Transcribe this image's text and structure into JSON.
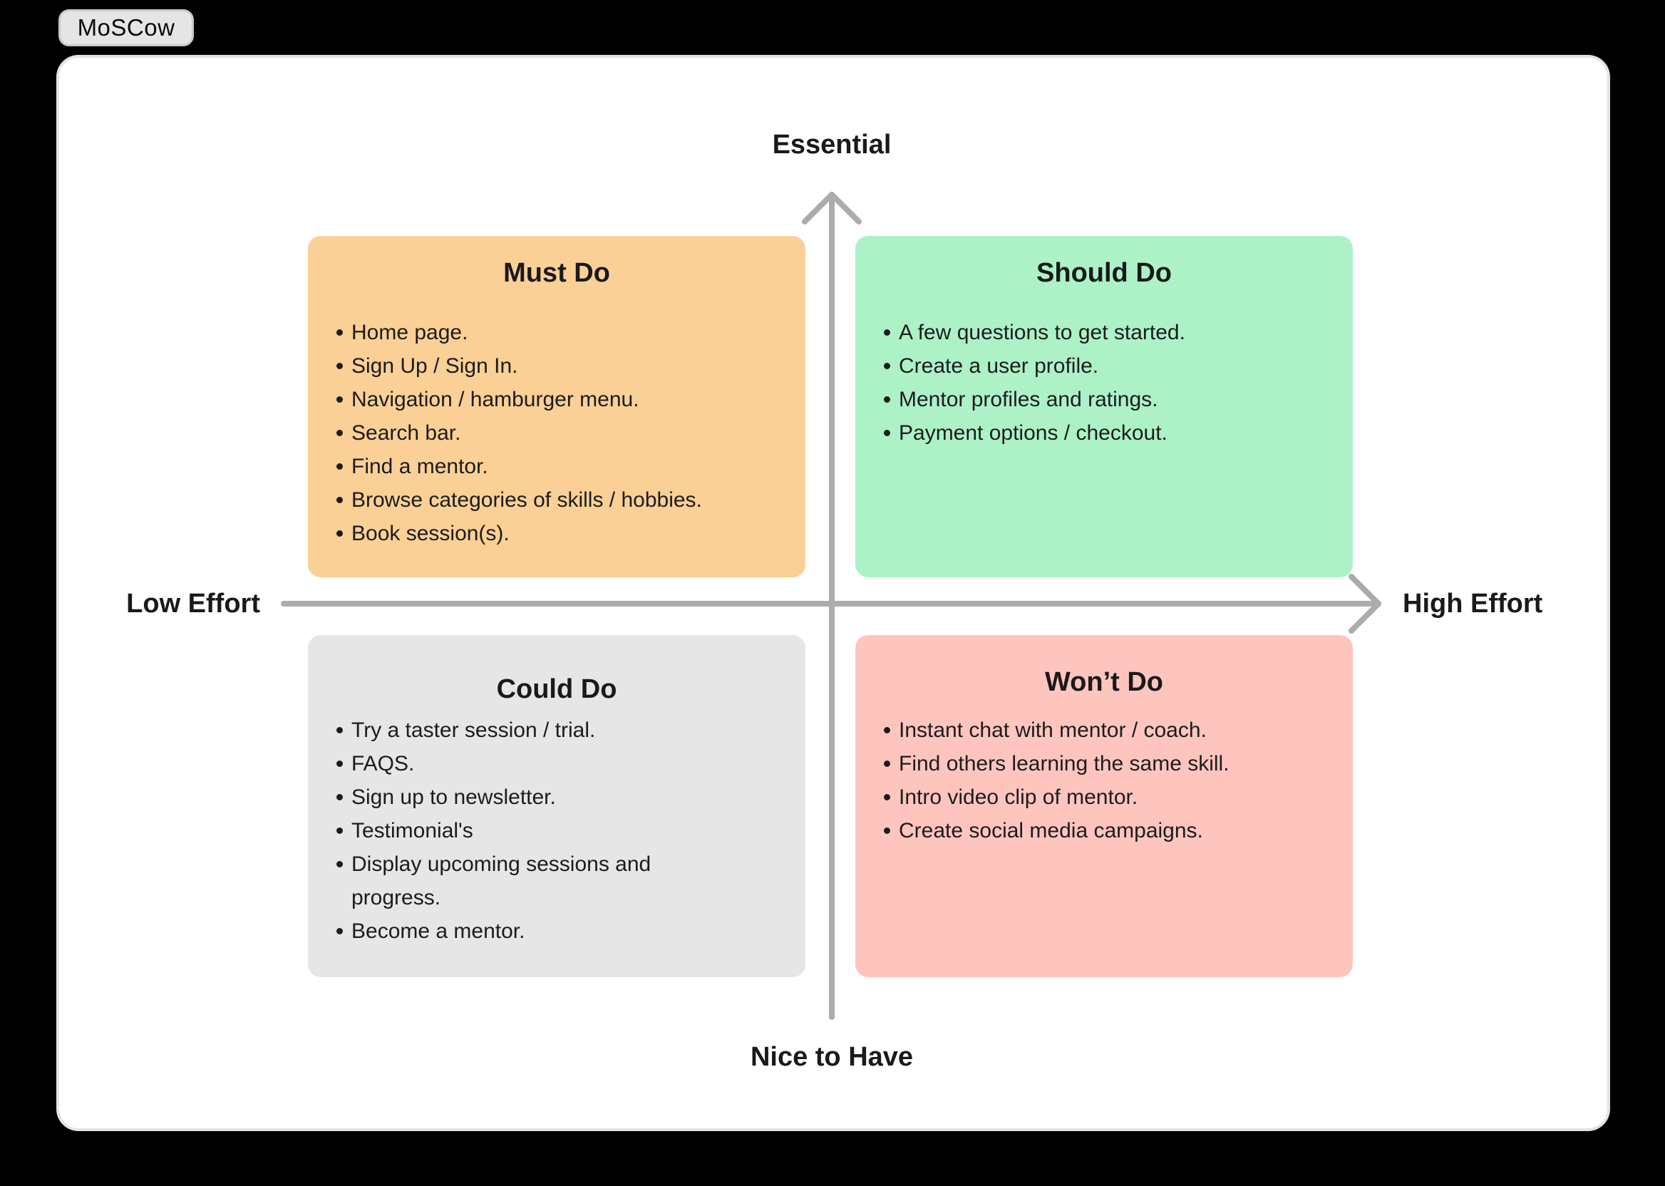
{
  "tab": {
    "label": "MoSCow"
  },
  "axes": {
    "top_label": "Essential",
    "bottom_label": "Nice to Have",
    "left_label": "Low Effort",
    "right_label": "High Effort",
    "color": "#ACACAC"
  },
  "quadrants": [
    {
      "title": "Must Do",
      "color": "#FAD096",
      "items": [
        "Home page.",
        "Sign Up / Sign In.",
        "Navigation / hamburger menu.",
        "Search bar.",
        "Find a mentor.",
        "Browse categories of skills / hobbies.",
        "Book session(s)."
      ]
    },
    {
      "title": "Should Do",
      "color": "#ACF2C6",
      "items": [
        "A few questions to get started.",
        "Create a user profile.",
        "Mentor profiles and ratings.",
        "Payment options / checkout."
      ]
    },
    {
      "title": "Could Do",
      "color": "#E6E6E6",
      "items": [
        "Try a taster session / trial.",
        "FAQS.",
        "Sign up to newsletter.",
        "Testimonial's",
        "Display upcoming sessions and progress.",
        "Become a mentor."
      ]
    },
    {
      "title": "Won’t Do",
      "color": "#FEC5BF",
      "items": [
        "Instant chat with mentor / coach.",
        "Find others learning the same skill.",
        "Intro video clip of mentor.",
        "Create social media campaigns."
      ]
    }
  ],
  "colors": {
    "page_background": "#000000",
    "canvas": "#FFFFFF",
    "tab_fill": "#E5E5E5",
    "text": "#1A1A1A"
  }
}
